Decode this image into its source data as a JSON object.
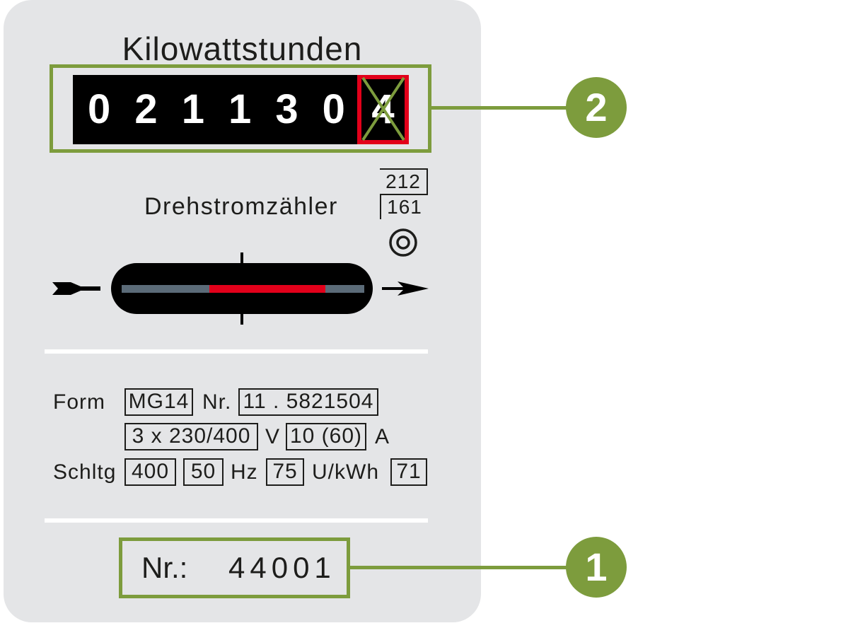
{
  "colors": {
    "accent_green": "#7d9c3d",
    "indicator_red": "#e2001a",
    "panel_gray": "#e4e5e7",
    "display_black": "#000000",
    "rotor_bar_gray": "#5b6b78",
    "text_dark": "#1d1d1b"
  },
  "meter": {
    "counter_title": "Kilowattstunden",
    "counter_digits": [
      "0",
      "2",
      "1",
      "1",
      "3",
      "0"
    ],
    "decimal_digit": "4",
    "decimal_digit_crossed_out": true,
    "type_label": "Drehstromzähler",
    "code_upper": "212",
    "code_lower": "161",
    "icons": {
      "symbol": "concentric-circles-icon",
      "flow_in": "arrow-tail-icon",
      "flow_out": "arrow-head-icon"
    },
    "specs": {
      "form_label": "Form",
      "form_value": "MG14",
      "nr_label": "Nr.",
      "nr_value": "11 . 5821504",
      "voltage_value": "3 x 230/400",
      "voltage_unit": "V",
      "current_value": "10 (60)",
      "current_unit": "A",
      "schltg_label": "Schltg",
      "schltg_value": "400",
      "frequency_value": "50",
      "frequency_unit": "Hz",
      "constant_value": "75",
      "constant_unit": "U/kWh",
      "extra_value": "71"
    },
    "serial_label": "Nr.:",
    "serial_value": "44001"
  },
  "callouts": [
    {
      "number": "1"
    },
    {
      "number": "2"
    }
  ]
}
